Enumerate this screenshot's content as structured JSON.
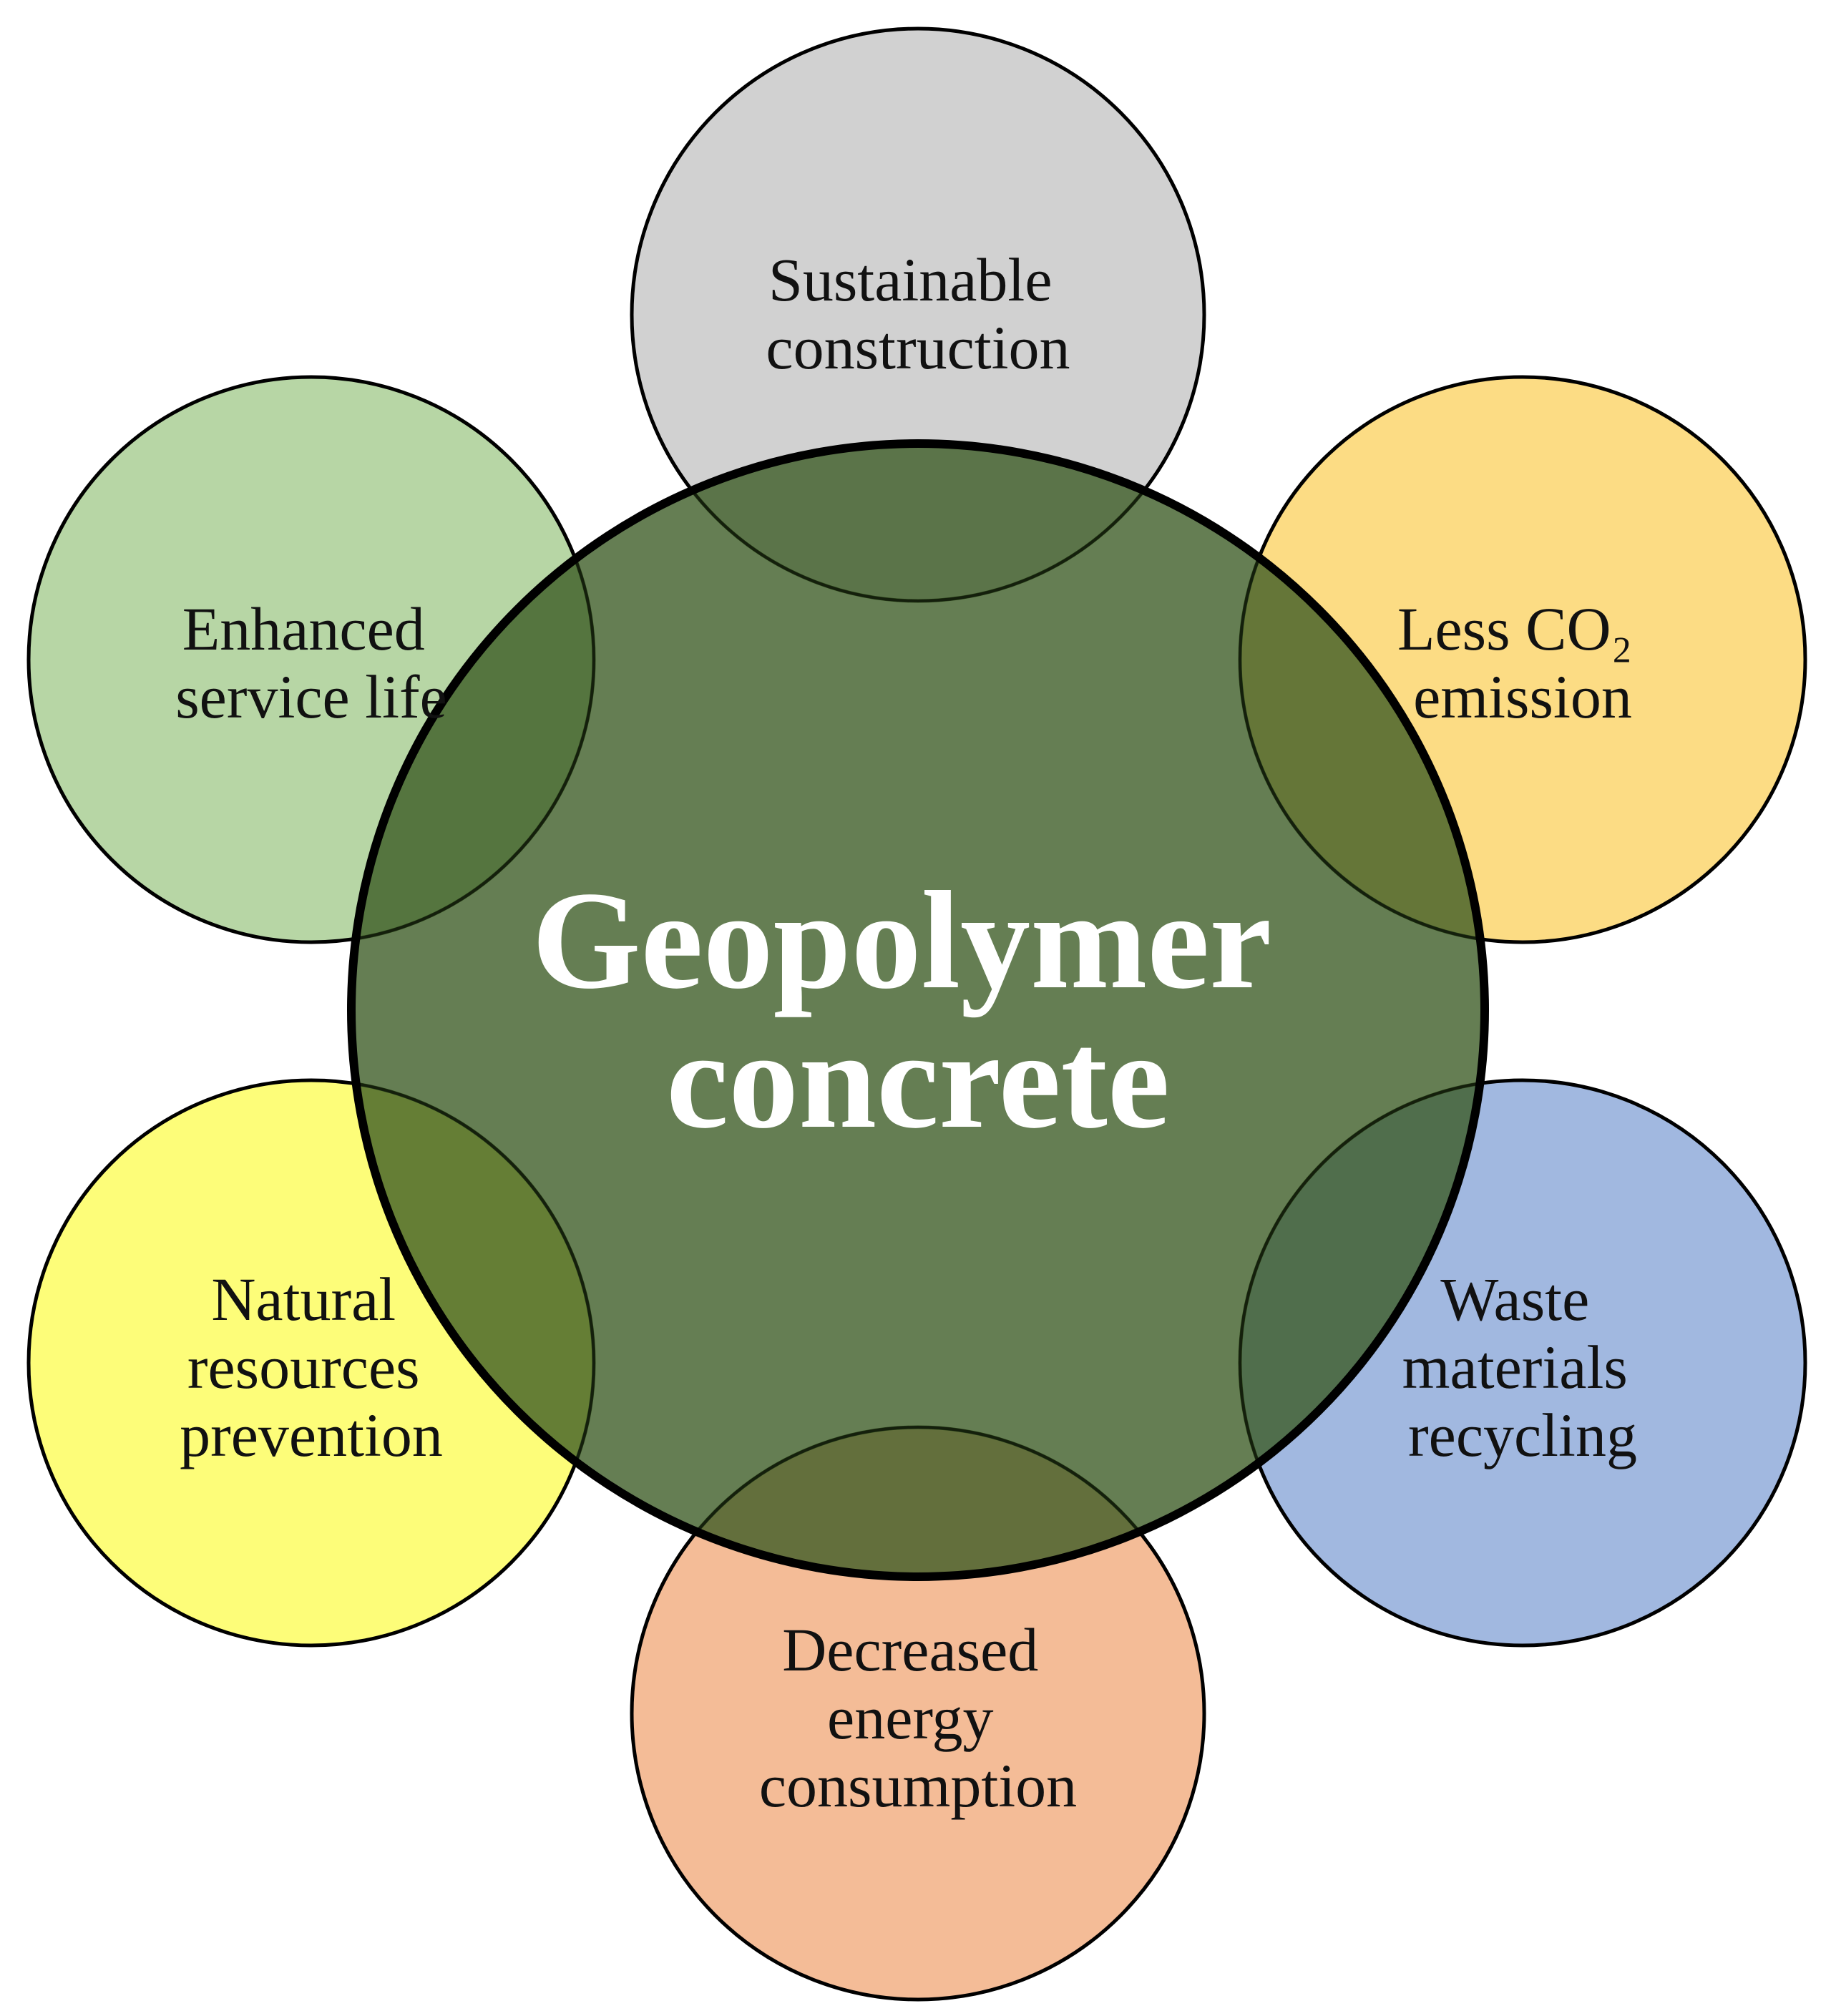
{
  "center": {
    "lines": [
      "Geopolymer",
      "concrete"
    ],
    "color": "#3a5a22"
  },
  "satellites": [
    {
      "id": "sustainable-construction",
      "lines": [
        "Sustainable",
        "construction"
      ],
      "color": "#d1d1d1"
    },
    {
      "id": "less-co2-emission",
      "lines": [
        "Less CO₂",
        "emission"
      ],
      "color": "#fcdc84"
    },
    {
      "id": "waste-materials-recycling",
      "lines": [
        "Waste",
        "materials",
        "recycling"
      ],
      "color": "#a1b8e0"
    },
    {
      "id": "decreased-energy-consumption",
      "lines": [
        "Decreased",
        "energy",
        "consumption"
      ],
      "color": "#f4bc97"
    },
    {
      "id": "natural-resources-prevention",
      "lines": [
        "Natural",
        "resources",
        "prevention"
      ],
      "color": "#fdfd79"
    },
    {
      "id": "enhanced-service-life",
      "lines": [
        "Enhanced",
        "service life"
      ],
      "color": "#b7d6a5"
    }
  ]
}
